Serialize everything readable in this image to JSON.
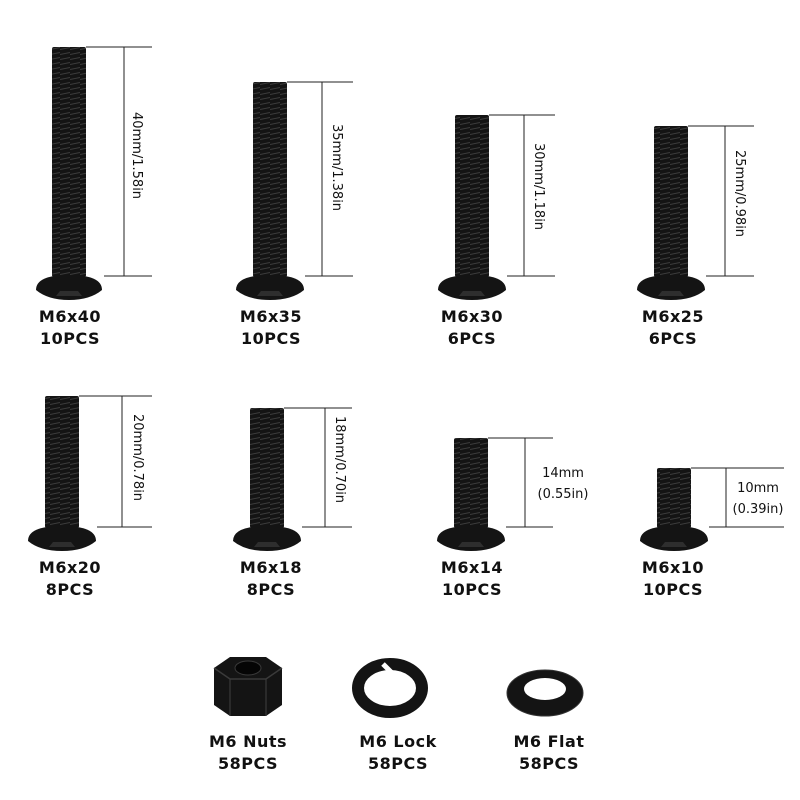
{
  "colors": {
    "part": "#141414",
    "line": "#222222",
    "highlight": "#3a3a3a"
  },
  "screws": [
    {
      "name": "M6x40",
      "qty": "10PCS",
      "dim": "40mm/1.58in",
      "length_mm": 40
    },
    {
      "name": "M6x35",
      "qty": "10PCS",
      "dim": "35mm/1.38in",
      "length_mm": 35
    },
    {
      "name": "M6x30",
      "qty": "6PCS",
      "dim": "30mm/1.18in",
      "length_mm": 30
    },
    {
      "name": "M6x25",
      "qty": "6PCS",
      "dim": "25mm/0.98in",
      "length_mm": 25
    },
    {
      "name": "M6x20",
      "qty": "8PCS",
      "dim": "20mm/0.78in",
      "length_mm": 20
    },
    {
      "name": "M6x18",
      "qty": "8PCS",
      "dim": "18mm/0.70in",
      "length_mm": 18
    },
    {
      "name": "M6x14",
      "qty": "10PCS",
      "dim_line1": "14mm",
      "dim_line2": "(0.55in)",
      "length_mm": 14
    },
    {
      "name": "M6x10",
      "qty": "10PCS",
      "dim_line1": "10mm",
      "dim_line2": "(0.39in)",
      "length_mm": 10
    }
  ],
  "hardware": [
    {
      "name": "M6 Nuts",
      "qty": "58PCS",
      "icon": "hex-nut-icon"
    },
    {
      "name": "M6 Lock",
      "qty": "58PCS",
      "icon": "lock-washer-icon"
    },
    {
      "name": "M6 Flat",
      "qty": "58PCS",
      "icon": "flat-washer-icon"
    }
  ]
}
